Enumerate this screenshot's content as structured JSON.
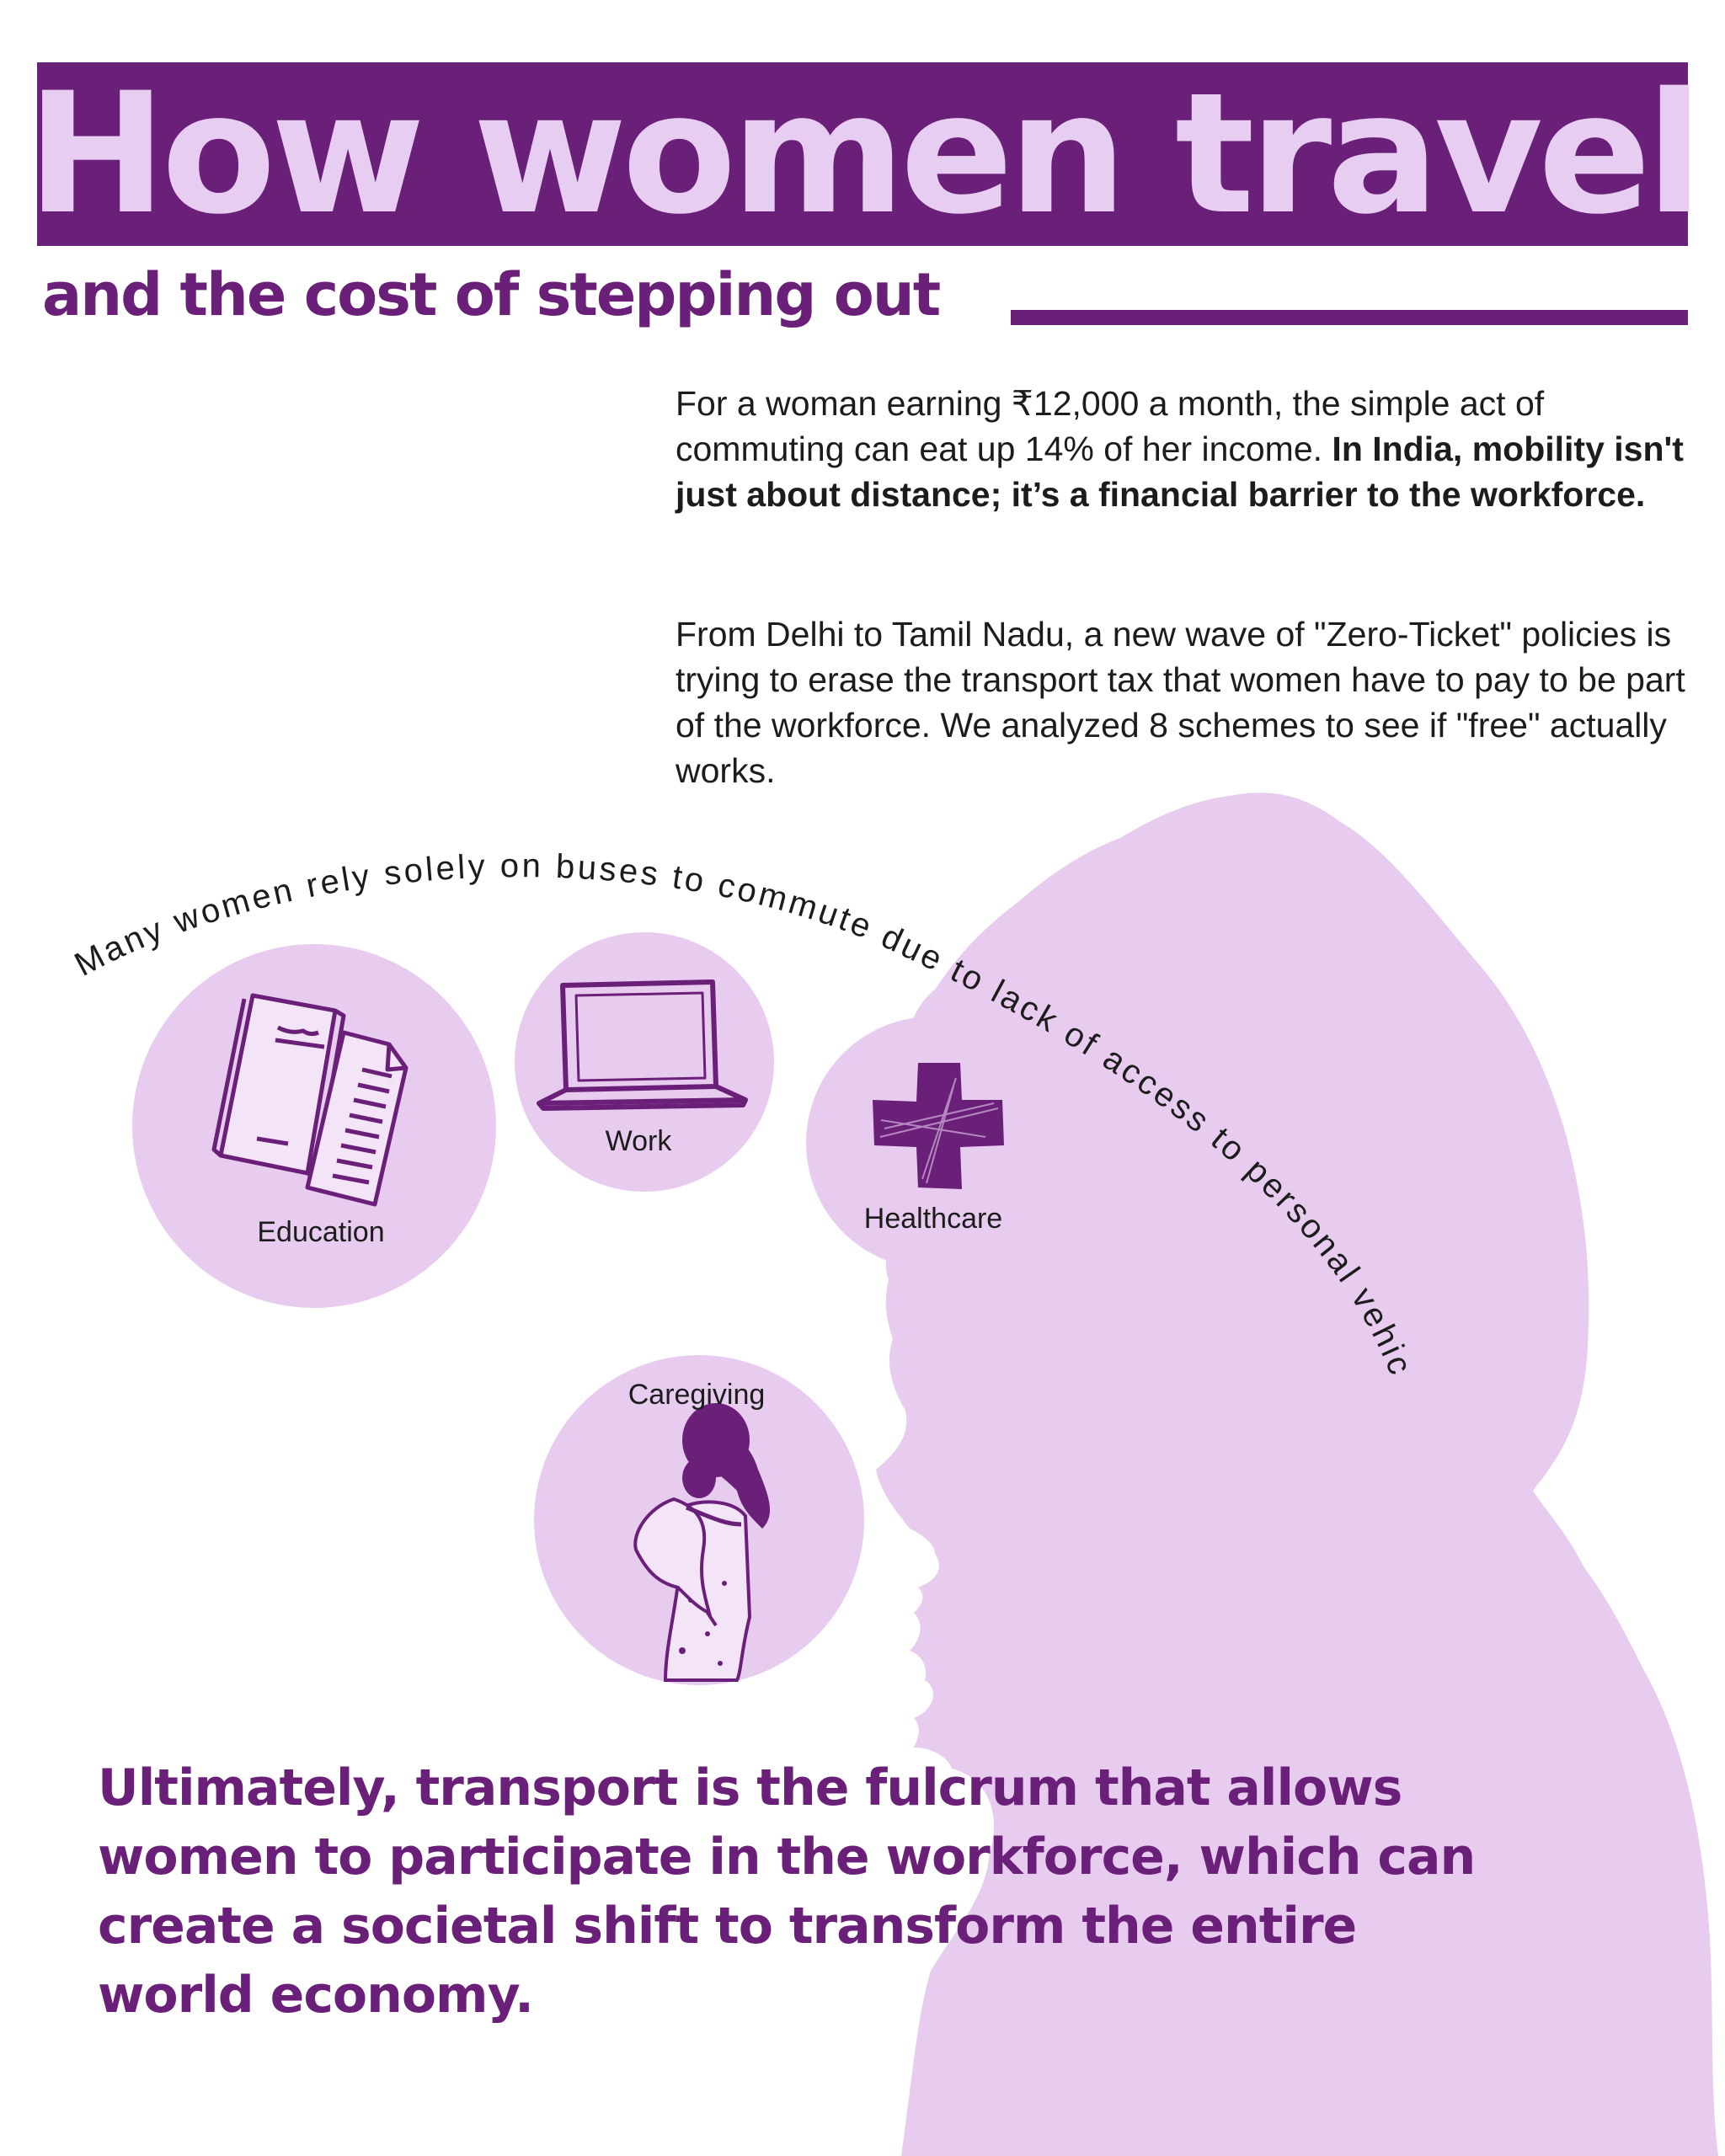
{
  "header": {
    "title": "How women travel",
    "subtitle": "and the cost of stepping out"
  },
  "intro": {
    "paragraph1_plain": "For a woman earning ₹12,000 a month, the simple act of commuting can eat up 14% of her income. ",
    "paragraph1_bold": "In India, mobility isn't just about distance; it’s a financial barrier to the workforce.",
    "paragraph2": "From Delhi to Tamil Nadu, a new wave of \"Zero-Ticket\" policies is trying to erase the transport tax that women have to pay to be part of the workforce. We analyzed 8 schemes to see if \"free\" actually works."
  },
  "curved_caption": "Many women rely solely on buses to commute due to lack of access to personal vehicles",
  "purposes": [
    {
      "label": "Education",
      "icon": "book-icon"
    },
    {
      "label": "Work",
      "icon": "laptop-icon"
    },
    {
      "label": "Healthcare",
      "icon": "medical-cross-icon"
    },
    {
      "label": "Caregiving",
      "icon": "mother-child-icon"
    }
  ],
  "conclusion": "Ultimately, transport is the fulcrum that allows women to participate in the workforce, which can create a societal shift to transform the entire world economy.",
  "colors": {
    "brand_purple": "#6a1f78",
    "title_text": "#e8cdf2",
    "light_lilac": "#e8ccf0",
    "body_text": "#1c1c1c"
  },
  "silhouette_icon": "woman-profile-silhouette-icon"
}
